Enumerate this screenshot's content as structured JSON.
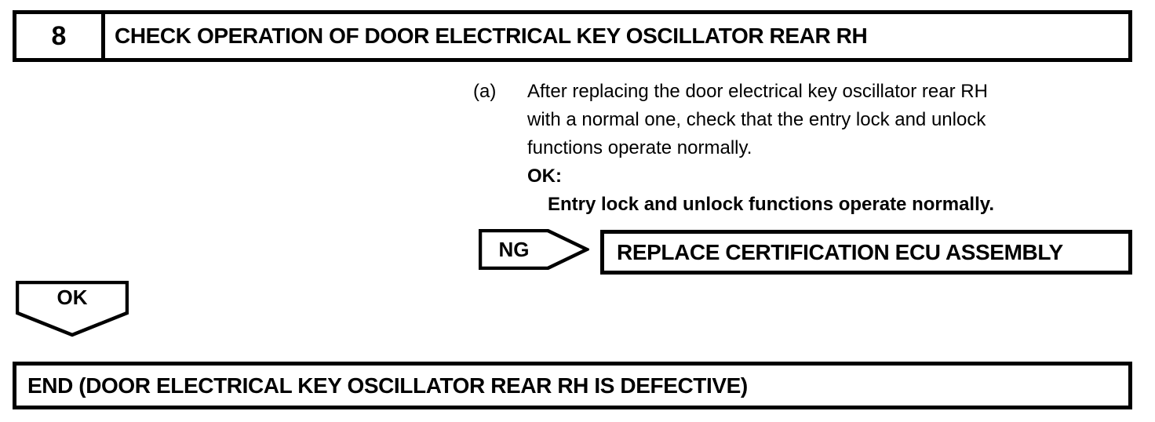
{
  "step": {
    "number": "8",
    "title": "CHECK OPERATION OF DOOR ELECTRICAL KEY OSCILLATOR REAR RH"
  },
  "instruction": {
    "marker": "(a)",
    "lines": [
      "After replacing the door electrical key oscillator rear RH",
      "with a normal one, check that the entry lock and unlock",
      "functions operate normally."
    ],
    "ok_label": "OK:",
    "ok_criteria": "Entry lock and unlock functions operate normally."
  },
  "ng_branch": {
    "connector_label": "NG",
    "action": "REPLACE CERTIFICATION ECU ASSEMBLY"
  },
  "ok_branch": {
    "connector_label": "OK",
    "result": "END (DOOR ELECTRICAL KEY OSCILLATOR REAR RH IS DEFECTIVE)"
  },
  "colors": {
    "line": "#000000",
    "background": "#ffffff"
  }
}
